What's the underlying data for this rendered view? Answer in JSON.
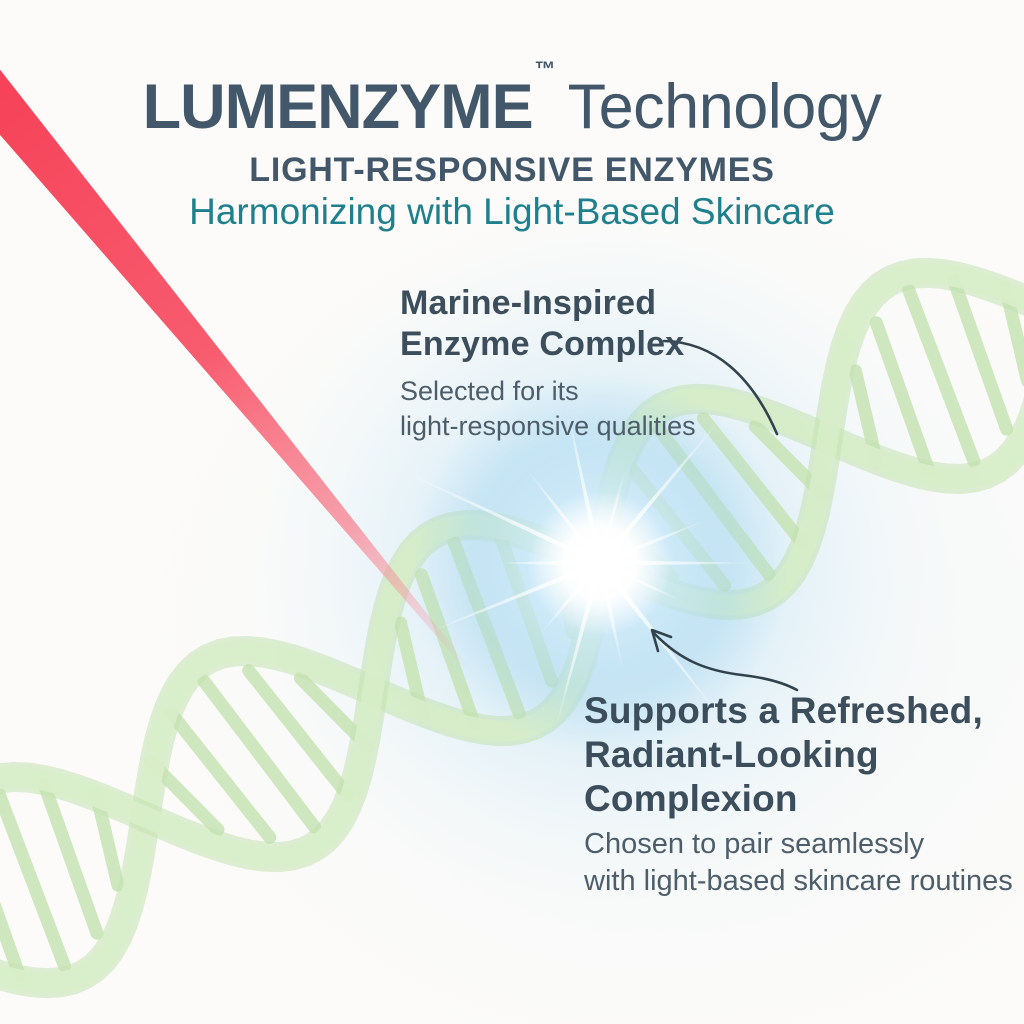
{
  "header": {
    "brand": "LUMENZYME",
    "trademark": "™",
    "suffix": "Technology",
    "subtitle": "LIGHT-RESPONSIVE ENZYMES",
    "tagline": "Harmonizing with Light-Based Skincare"
  },
  "annotations": {
    "marine": {
      "title_line1": "Marine-Inspired",
      "title_line2": "Enzyme Complex",
      "body_line1": "Selected for its",
      "body_line2": "light-responsive qualities"
    },
    "supports": {
      "title_line1": "Supports a Refreshed,",
      "title_line2": "Radiant-Looking",
      "title_line3": "Complexion",
      "body_line1": "Chosen to pair seamlessly",
      "body_line2": "with light-based skincare routines"
    }
  },
  "graphics": {
    "laser_beam": "red laser beam from top-left toward dna helix",
    "dna_helix": "pale green double helix diagonal from bottom-left to top-right",
    "light_burst": "white starburst with blue glow where light meets helix"
  },
  "colors": {
    "slate": "#42586a",
    "heading_slate": "#3c4e5b",
    "teal": "#1f808d",
    "body_gray": "#4d5e6a",
    "laser_red": "#f7455a",
    "dna_fill": "#d6edc5",
    "dna_edge": "#bfe0a9",
    "dna_rung": "#c6e3b2",
    "glow_blue": "#a9d8ef",
    "connector_ink": "#33434e",
    "background": "#fcfbf9"
  }
}
